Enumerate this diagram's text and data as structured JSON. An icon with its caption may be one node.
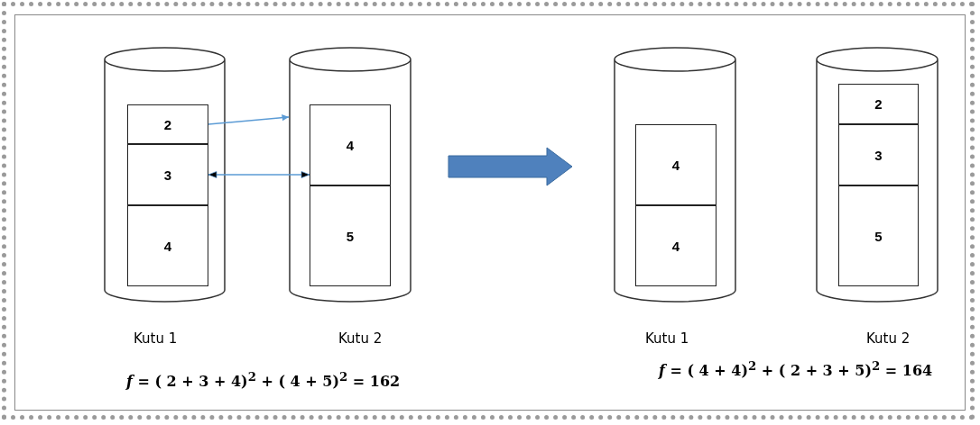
{
  "diagram": {
    "nodes": [
      {
        "text": [],
        "shape": "cylinder",
        "beside": [
          "Kutu 1"
        ]
      },
      {
        "text": [
          "2"
        ],
        "in": 0
      },
      {
        "text": [
          "3"
        ],
        "in": 0
      },
      {
        "text": [
          "4"
        ],
        "in": 0
      },
      {
        "text": [],
        "shape": "cylinder",
        "beside": [
          "Kutu 2"
        ]
      },
      {
        "text": [
          "4"
        ],
        "in": 4
      },
      {
        "text": [
          "5"
        ],
        "in": 4
      },
      {
        "text": [],
        "shape": "cylinder",
        "beside": [
          "Kutu 1"
        ]
      },
      {
        "text": [
          "4"
        ],
        "in": 7
      },
      {
        "text": [
          "4"
        ],
        "in": 7
      },
      {
        "text": [],
        "shape": "cylinder",
        "beside": [
          "Kutu 2"
        ]
      },
      {
        "text": [
          "2"
        ],
        "in": 10
      },
      {
        "text": [
          "3"
        ],
        "in": 10
      },
      {
        "text": [
          "5"
        ],
        "in": 10
      }
    ],
    "edges": [
      {
        "from": 1,
        "to": 4,
        "arrow": "to"
      },
      {
        "from": 2,
        "to": 5,
        "arrow": "both"
      }
    ],
    "labels": [
      "*f* = ( 2 + 3 + 4)$^{2}$ + ( 4 + 5)$^{2}$ = 162",
      "*f* = ( 4 + 4)$^{2}$ + ( 2 + 3 + 5)$^{2}$ = 164"
    ]
  }
}
